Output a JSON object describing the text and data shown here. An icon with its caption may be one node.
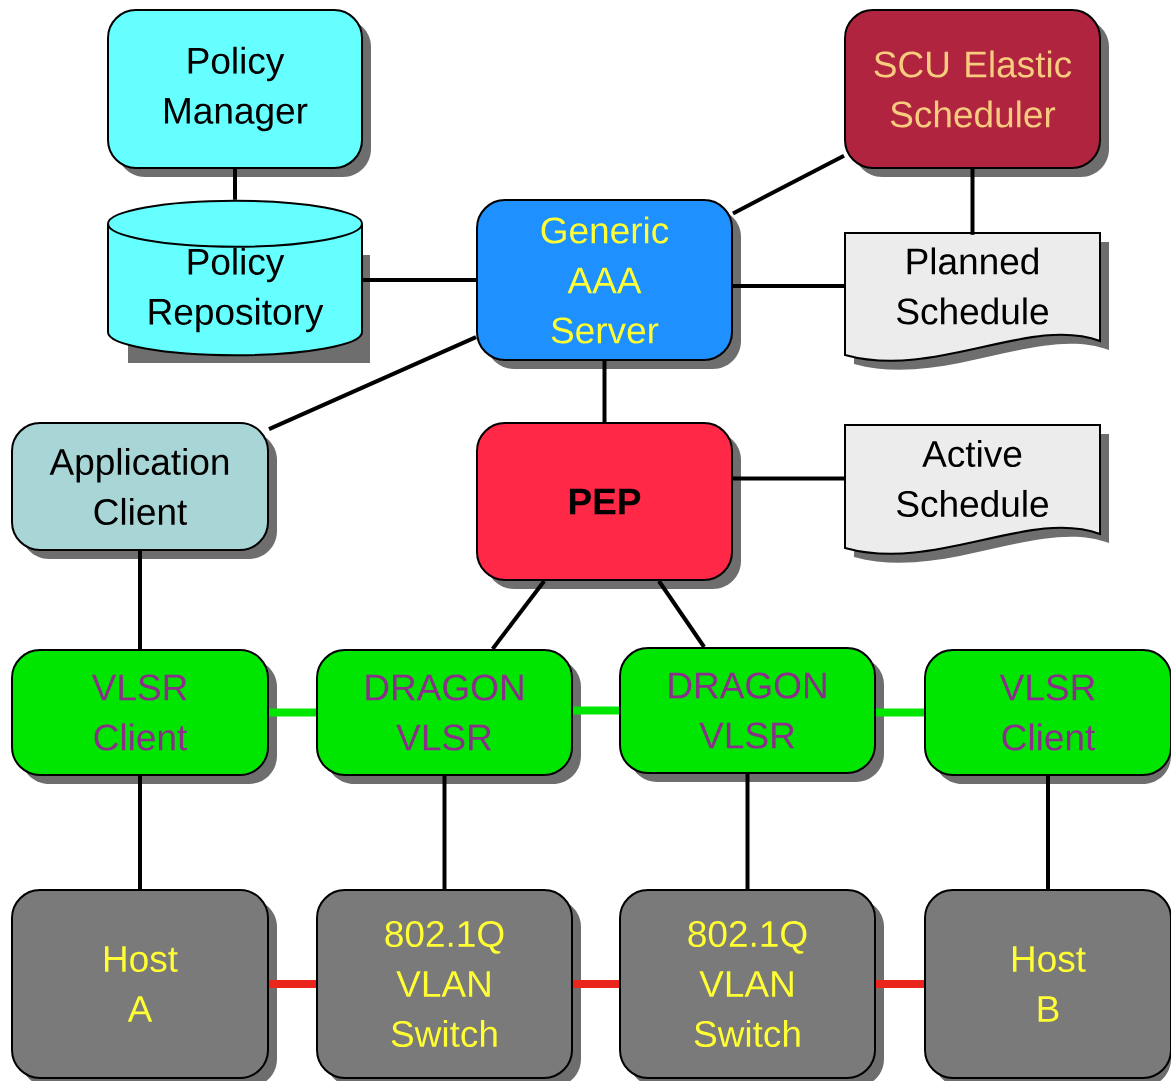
{
  "diagram": {
    "nodes": [
      {
        "text": [
          "Policy Manager"
        ]
      },
      {
        "text": [
          "Policy Repository"
        ]
      },
      {
        "text": [
          "Generic AAA Server"
        ]
      },
      {
        "text": [
          "SCU Elastic Scheduler"
        ]
      },
      {
        "text": [
          "Planned Schedule"
        ]
      },
      {
        "text": [
          "Application Client"
        ]
      },
      {
        "text": [
          "PEP"
        ]
      },
      {
        "text": [
          "Active Schedule"
        ]
      },
      {
        "text": [
          "VLSR Client"
        ]
      },
      {
        "text": [
          "DRAGON VLSR"
        ]
      },
      {
        "text": [
          "DRAGON VLSR"
        ]
      },
      {
        "text": [
          "VLSR Client"
        ]
      },
      {
        "text": [
          "Host A"
        ]
      },
      {
        "text": [
          "802.1Q VLAN Switch"
        ]
      },
      {
        "text": [
          "802.1Q VLAN Switch"
        ]
      },
      {
        "text": [
          "Host B"
        ]
      }
    ],
    "edges": [
      {
        "from": 0,
        "to": 1,
        "arrow": "none"
      },
      {
        "from": 1,
        "to": 2,
        "arrow": "none"
      },
      {
        "from": 2,
        "to": 3,
        "arrow": "none"
      },
      {
        "from": 3,
        "to": 4,
        "arrow": "none"
      },
      {
        "from": 2,
        "to": 4,
        "arrow": "none"
      },
      {
        "from": 5,
        "to": 2,
        "arrow": "none"
      },
      {
        "from": 2,
        "to": 6,
        "arrow": "none"
      },
      {
        "from": 6,
        "to": 7,
        "arrow": "none"
      },
      {
        "from": 6,
        "to": 9,
        "arrow": "none"
      },
      {
        "from": 6,
        "to": 10,
        "arrow": "none"
      },
      {
        "from": 5,
        "to": 8,
        "arrow": "none"
      },
      {
        "from": 8,
        "to": 9,
        "arrow": "none",
        "style": "thick",
        "color": "#00e600"
      },
      {
        "from": 9,
        "to": 10,
        "arrow": "none",
        "style": "thick",
        "color": "#00e600"
      },
      {
        "from": 10,
        "to": 11,
        "arrow": "none",
        "style": "thick",
        "color": "#00e600"
      },
      {
        "from": 8,
        "to": 12,
        "arrow": "none"
      },
      {
        "from": 9,
        "to": 13,
        "arrow": "none"
      },
      {
        "from": 10,
        "to": 14,
        "arrow": "none"
      },
      {
        "from": 11,
        "to": 15,
        "arrow": "none"
      },
      {
        "from": 12,
        "to": 13,
        "arrow": "none",
        "style": "thick",
        "color": "#e8261c"
      },
      {
        "from": 13,
        "to": 14,
        "arrow": "none",
        "style": "thick",
        "color": "#e8261c"
      },
      {
        "from": 14,
        "to": 15,
        "arrow": "none",
        "style": "thick",
        "color": "#e8261c"
      }
    ]
  }
}
